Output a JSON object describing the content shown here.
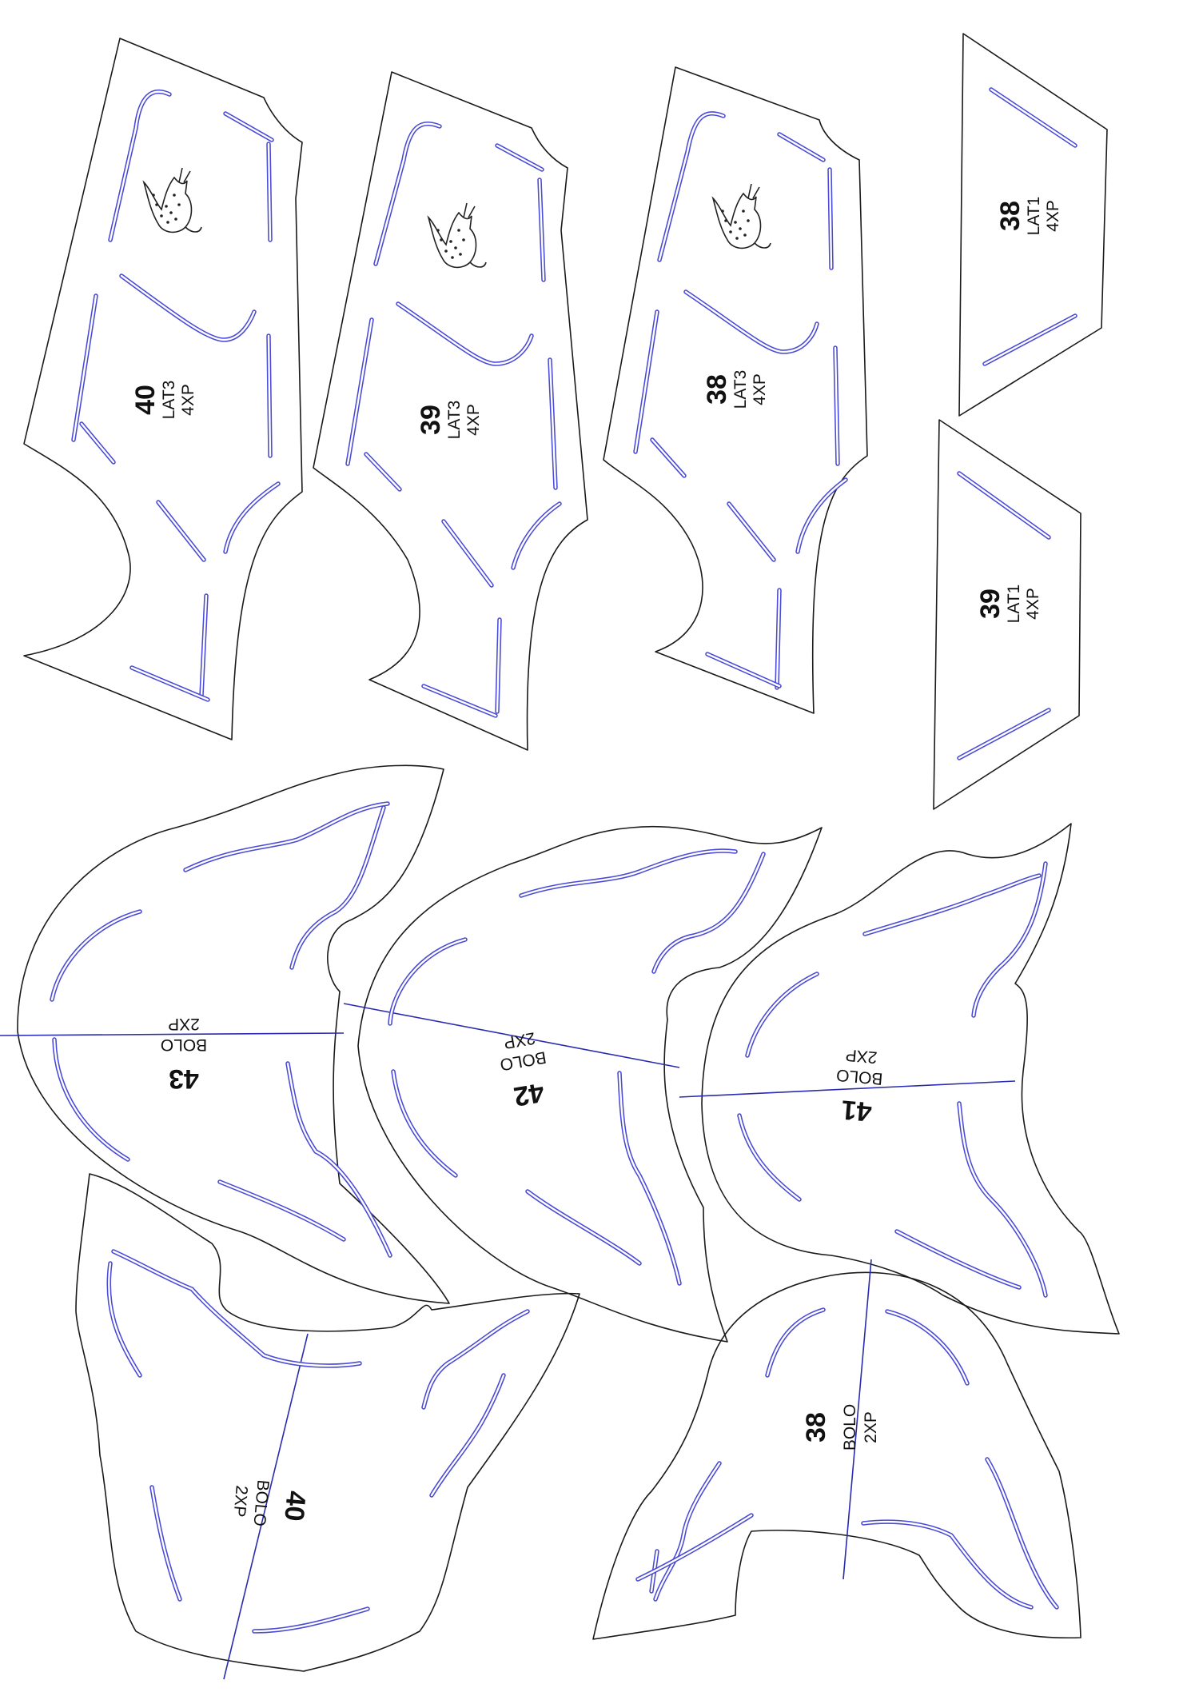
{
  "pieces": {
    "lat3_40": {
      "size": "40",
      "part": "LAT3",
      "qty": "4XP"
    },
    "lat3_39": {
      "size": "39",
      "part": "LAT3",
      "qty": "4XP"
    },
    "lat3_38": {
      "size": "38",
      "part": "LAT3",
      "qty": "4XP"
    },
    "lat1_38": {
      "size": "38",
      "part": "LAT1",
      "qty": "4XP"
    },
    "lat1_39": {
      "size": "39",
      "part": "LAT1",
      "qty": "4XP"
    },
    "bolo_43": {
      "size": "43",
      "part": "BOLO",
      "qty": "2XP"
    },
    "bolo_42": {
      "size": "42",
      "part": "BOLO",
      "qty": "2XP"
    },
    "bolo_41": {
      "size": "41",
      "part": "BOLO",
      "qty": "2XP"
    },
    "bolo_40": {
      "size": "40",
      "part": "BOLO",
      "qty": "2XP"
    },
    "bolo_38": {
      "size": "38",
      "part": "BOLO",
      "qty": "2XP"
    }
  },
  "colors": {
    "outline": "#1a1a1a",
    "seam": "#4a4ad6",
    "axis": "#2b2bb0"
  },
  "icons": [
    "crocodile-logo-icon"
  ]
}
